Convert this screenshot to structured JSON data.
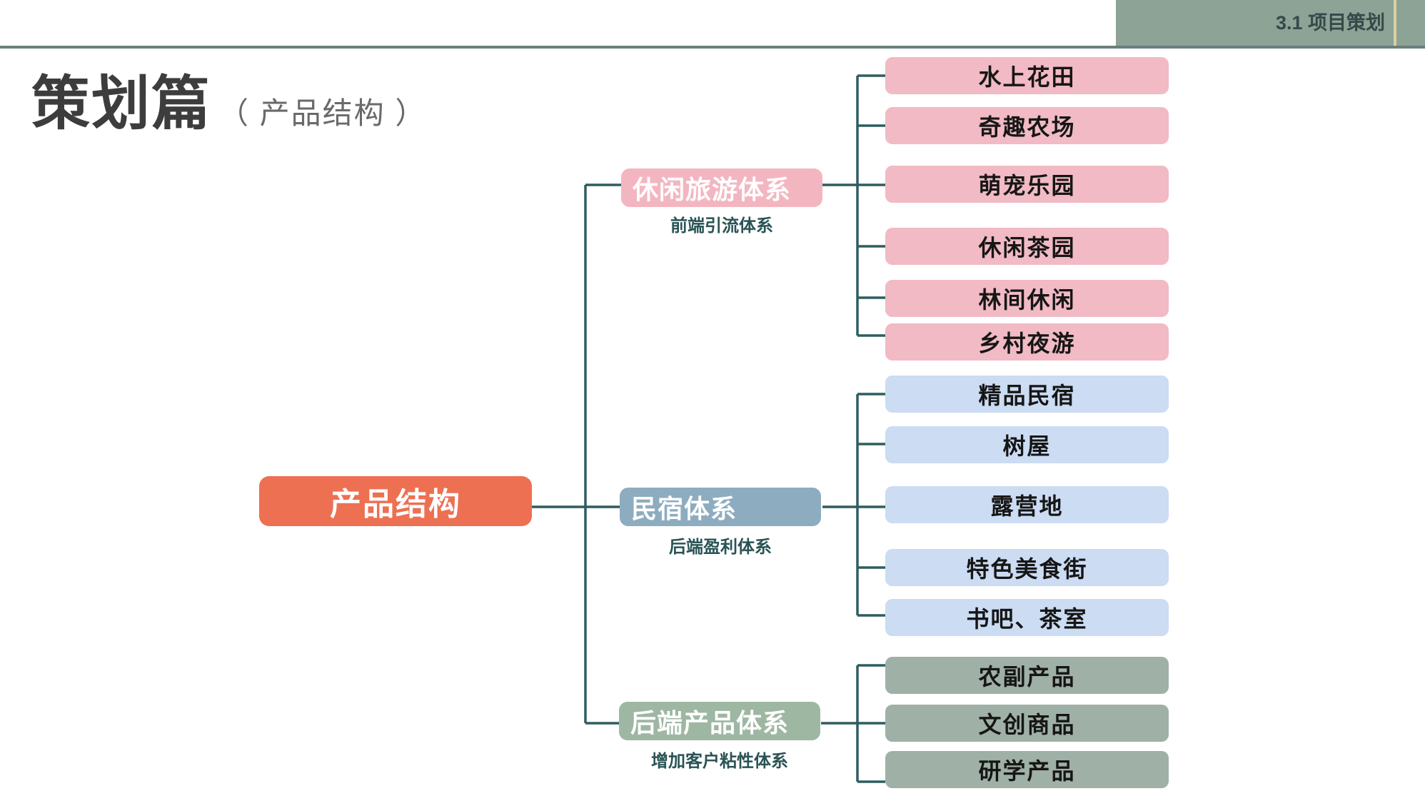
{
  "header": {
    "tab_label": "3.1 项目策划"
  },
  "title": {
    "main": "策划篇",
    "sub": "（ 产品结构 ）"
  },
  "colors": {
    "header_bar": "#8DA395",
    "header_accent_line": "#DACFA2",
    "separator": "#6C7F7B",
    "connector": "#2F5D5F",
    "root_orange": "#ED7052",
    "branch_pink": "#F3B6C1",
    "leaf_pink": "#F1BAC4",
    "branch_blue": "#8EACC0",
    "leaf_blue": "#CBDCF3",
    "branch_green": "#9EB7A3",
    "leaf_green": "#9FB0A6",
    "subtitle_teal": "#2A5355"
  },
  "diagram": {
    "root": {
      "label": "产品结构"
    },
    "branches": [
      {
        "label": "休闲旅游体系",
        "subtitle": "前端引流体系",
        "leaves": [
          "水上花田",
          "奇趣农场",
          "萌宠乐园",
          "休闲茶园",
          "林间休闲",
          "乡村夜游"
        ]
      },
      {
        "label": "民宿体系",
        "subtitle": "后端盈利体系",
        "leaves": [
          "精品民宿",
          "树屋",
          "露营地",
          "特色美食街",
          "书吧、茶室"
        ]
      },
      {
        "label": "后端产品体系",
        "subtitle": "增加客户粘性体系",
        "leaves": [
          "农副产品",
          "文创商品",
          "研学产品"
        ]
      }
    ]
  }
}
